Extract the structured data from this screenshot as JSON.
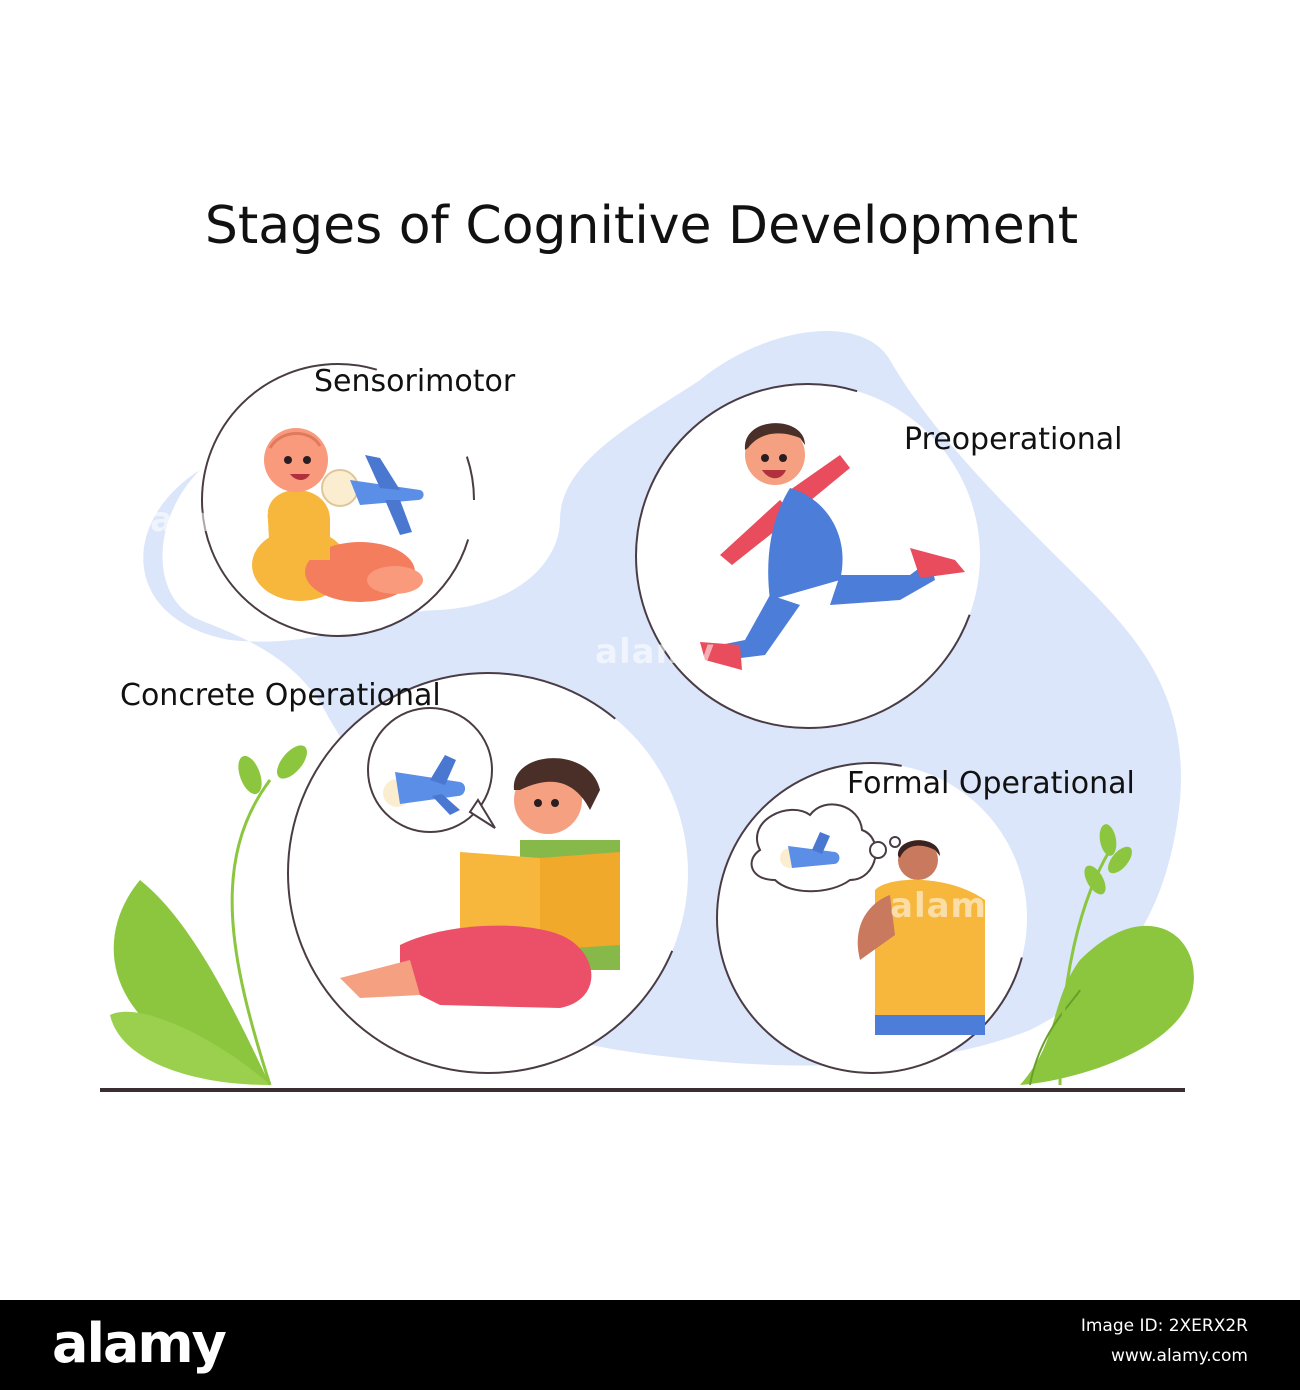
{
  "title": "Stages of Cognitive Development",
  "stages": [
    {
      "label": "Sensorimotor",
      "figure": "baby-with-toy-plane"
    },
    {
      "label": "Preoperational",
      "figure": "running-child"
    },
    {
      "label": "Concrete Operational",
      "figure": "child-reading-book"
    },
    {
      "label": "Formal Operational",
      "figure": "thinking-teen"
    }
  ],
  "colors": {
    "blob": "#dbe6fb",
    "ring": "#4a3c44",
    "leaf": "#8cc63f",
    "ground": "#3a2e33",
    "plane": "#5b8ee6"
  },
  "watermark": "alamy",
  "footer": {
    "logo": "alamy",
    "image_id": "Image ID: 2XERX2R",
    "url": "www.alamy.com"
  }
}
